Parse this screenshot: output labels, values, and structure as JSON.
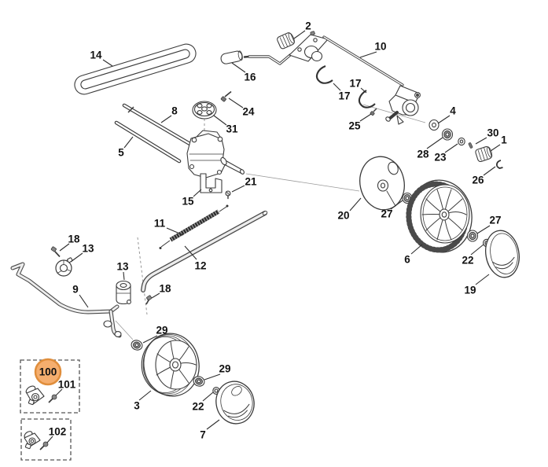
{
  "diagram": {
    "type": "exploded-parts-diagram",
    "background": "#ffffff",
    "line_color": "#3b3b3b",
    "highlight": {
      "fill": "#f5ae6e",
      "stroke": "#e08e3c",
      "selected_callout": "100"
    },
    "boxed_variant_groups": [
      {
        "callouts": [
          "100",
          "101"
        ]
      },
      {
        "callouts": [
          "102"
        ]
      }
    ]
  },
  "callouts": [
    {
      "part": "14",
      "text": "14"
    },
    {
      "part": "2",
      "text": "2"
    },
    {
      "part": "16",
      "text": "16"
    },
    {
      "part": "10",
      "text": "10"
    },
    {
      "part": "17-left",
      "text": "17"
    },
    {
      "part": "17-right",
      "text": "17"
    },
    {
      "part": "24",
      "text": "24"
    },
    {
      "part": "8",
      "text": "8"
    },
    {
      "part": "31",
      "text": "31"
    },
    {
      "part": "25",
      "text": "25"
    },
    {
      "part": "5",
      "text": "5"
    },
    {
      "part": "4",
      "text": "4"
    },
    {
      "part": "30",
      "text": "30"
    },
    {
      "part": "1",
      "text": "1"
    },
    {
      "part": "28",
      "text": "28"
    },
    {
      "part": "23",
      "text": "23"
    },
    {
      "part": "15",
      "text": "15"
    },
    {
      "part": "21",
      "text": "21"
    },
    {
      "part": "26",
      "text": "26"
    },
    {
      "part": "11",
      "text": "11"
    },
    {
      "part": "20",
      "text": "20"
    },
    {
      "part": "27-left",
      "text": "27"
    },
    {
      "part": "12",
      "text": "12"
    },
    {
      "part": "6",
      "text": "6"
    },
    {
      "part": "27-right",
      "text": "27"
    },
    {
      "part": "18-left",
      "text": "18"
    },
    {
      "part": "13-left",
      "text": "13"
    },
    {
      "part": "13-right",
      "text": "13"
    },
    {
      "part": "18-right",
      "text": "18"
    },
    {
      "part": "22-upper",
      "text": "22"
    },
    {
      "part": "9",
      "text": "9"
    },
    {
      "part": "19",
      "text": "19"
    },
    {
      "part": "29-left",
      "text": "29"
    },
    {
      "part": "29-right",
      "text": "29"
    },
    {
      "part": "3",
      "text": "3"
    },
    {
      "part": "22-lower",
      "text": "22"
    },
    {
      "part": "100",
      "text": "100"
    },
    {
      "part": "101",
      "text": "101"
    },
    {
      "part": "7",
      "text": "7"
    },
    {
      "part": "102",
      "text": "102"
    }
  ]
}
